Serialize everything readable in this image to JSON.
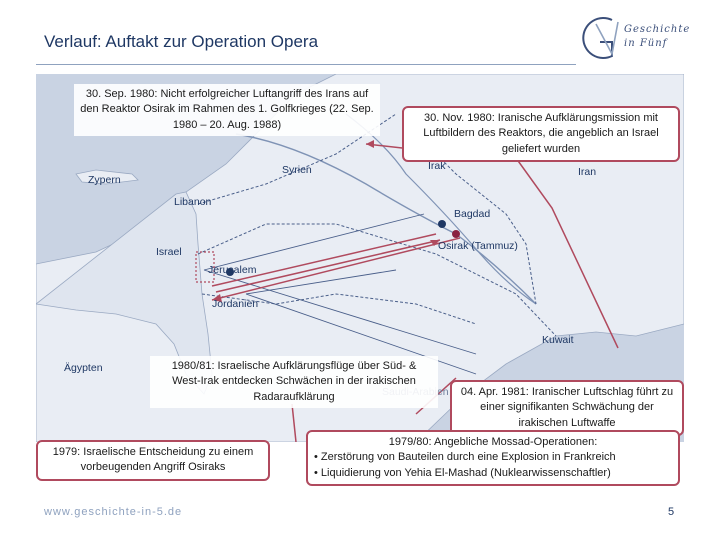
{
  "title": "Verlauf: Auftakt zur Operation Opera",
  "logo": {
    "line1": "Geschichte",
    "line2": "in Fünf"
  },
  "map": {
    "labels": {
      "zypern": "Zypern",
      "syrien": "Syrien",
      "libanon": "Libanon",
      "israel": "Israel",
      "jerusalem": "Jerusalem",
      "jordanien": "Jordanien",
      "irak": "Irak",
      "iran": "Iran",
      "bagdad": "Bagdad",
      "osirak": "Osirak (Tammuz)",
      "kuwait": "Kuwait",
      "aegypten": "Ägypten",
      "saudi": "Saudi-Arabien"
    }
  },
  "callouts": {
    "airstrike_1980": "30. Sep. 1980: Nicht erfolgreicher Luftangriff des Irans auf den Reaktor Osirak im Rahmen des 1. Golfkrieges (22. Sep. 1980 – 20. Aug. 1988)",
    "recon_iran": "30. Nov. 1980: Iranische Aufklärungsmission mit Luftbildern des Reaktors, die angeblich an Israel geliefert wurden",
    "israeli_recon": "1980/81: Israelische Aufklärungsflüge über Süd- & West-Irak entdecken Schwächen in der irakischen Radaraufklärung",
    "iran_airstrike_1981": "04. Apr. 1981: Iranischer Luftschlag führt zu einer signifikanten Schwächung der irakischen Luftwaffe",
    "decision_1979": "1979: Israelische Entscheidung zu einem vorbeugenden Angriff Osiraks",
    "mossad_title": "1979/80: Angebliche Mossad-Operationen:",
    "mossad_item1": "• Zerstörung von Bauteilen durch eine Explosion in Frankreich",
    "mossad_item2": "• Liquidierung von Yehia El-Mashad (Nuklearwissenschaftler)"
  },
  "footer": {
    "url": "www.geschichte-in-5.de",
    "page": "5"
  },
  "colors": {
    "title": "#1f3864",
    "callout_border": "#b04a5e",
    "arrow": "#b04a5e",
    "sea": "#c9d3e3",
    "land": "#e9edf4"
  }
}
